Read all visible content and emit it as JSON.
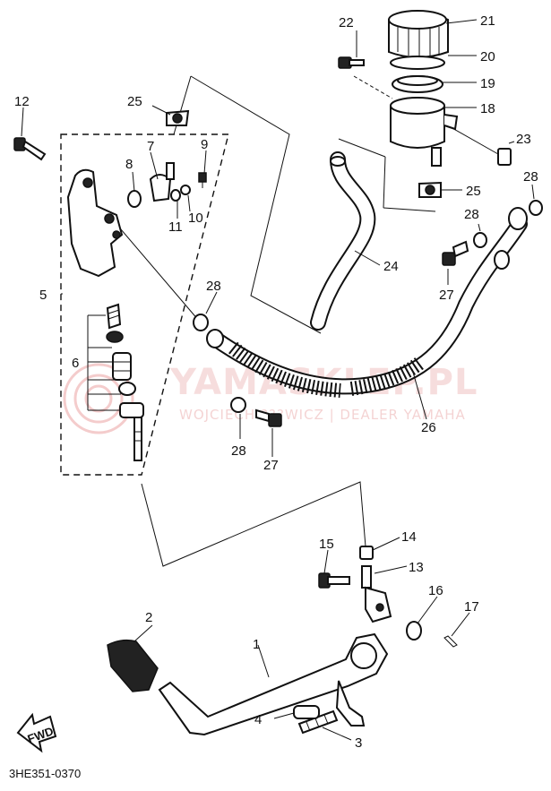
{
  "diagram": {
    "code": "3HE351-0370",
    "fwd": "FWD",
    "watermark": {
      "brand": "YAMASKLEP.PL",
      "tagline": "WOJCIECH ???WICZ | DEALER YAMAHA"
    },
    "callouts": [
      "1",
      "2",
      "3",
      "4",
      "5",
      "6",
      "7",
      "8",
      "9",
      "10",
      "11",
      "12",
      "13",
      "14",
      "15",
      "16",
      "17",
      "18",
      "19",
      "20",
      "21",
      "22",
      "23",
      "24",
      "25",
      "25",
      "26",
      "27",
      "27",
      "28",
      "28",
      "28",
      "28"
    ]
  }
}
